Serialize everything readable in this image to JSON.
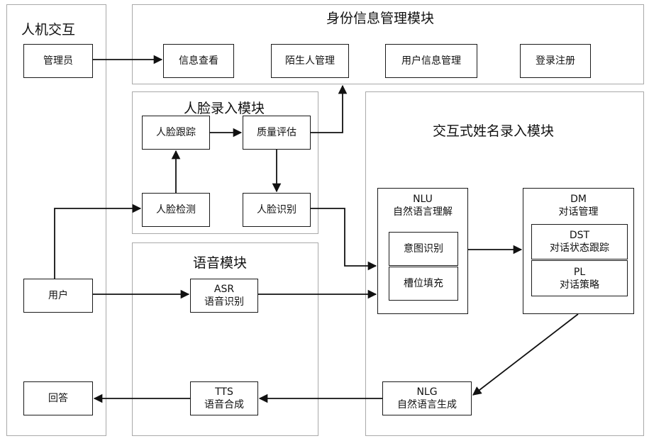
{
  "regions": {
    "hci": "人机交互",
    "identity": "身份信息管理模块",
    "face": "人脸录入模块",
    "voice": "语音模块",
    "name_entry": "交互式姓名录入模块"
  },
  "hci": {
    "admin": "管理员",
    "user": "用户",
    "answer": "回答"
  },
  "identity": {
    "view_info": "信息查看",
    "stranger_mgmt": "陌生人管理",
    "user_info_mgmt": "用户信息管理",
    "login_register": "登录注册"
  },
  "face": {
    "tracking": "人脸跟踪",
    "quality": "质量评估",
    "detection": "人脸检测",
    "recognition": "人脸识别"
  },
  "voice": {
    "asr_en": "ASR",
    "asr_cn": "语音识别",
    "tts_en": "TTS",
    "tts_cn": "语音合成"
  },
  "nlu": {
    "title_en": "NLU",
    "title_cn": "自然语言理解",
    "intent": "意图识别",
    "slot": "槽位填充"
  },
  "dm": {
    "title_en": "DM",
    "title_cn": "对话管理",
    "dst_en": "DST",
    "dst_cn": "对话状态跟踪",
    "pl_en": "PL",
    "pl_cn": "对话策略"
  },
  "nlg": {
    "title_en": "NLG",
    "title_cn": "自然语言生成"
  },
  "colors": {
    "region_border": "#a9a9a9",
    "box_border": "#1a1a1a",
    "arrow": "#111111"
  }
}
